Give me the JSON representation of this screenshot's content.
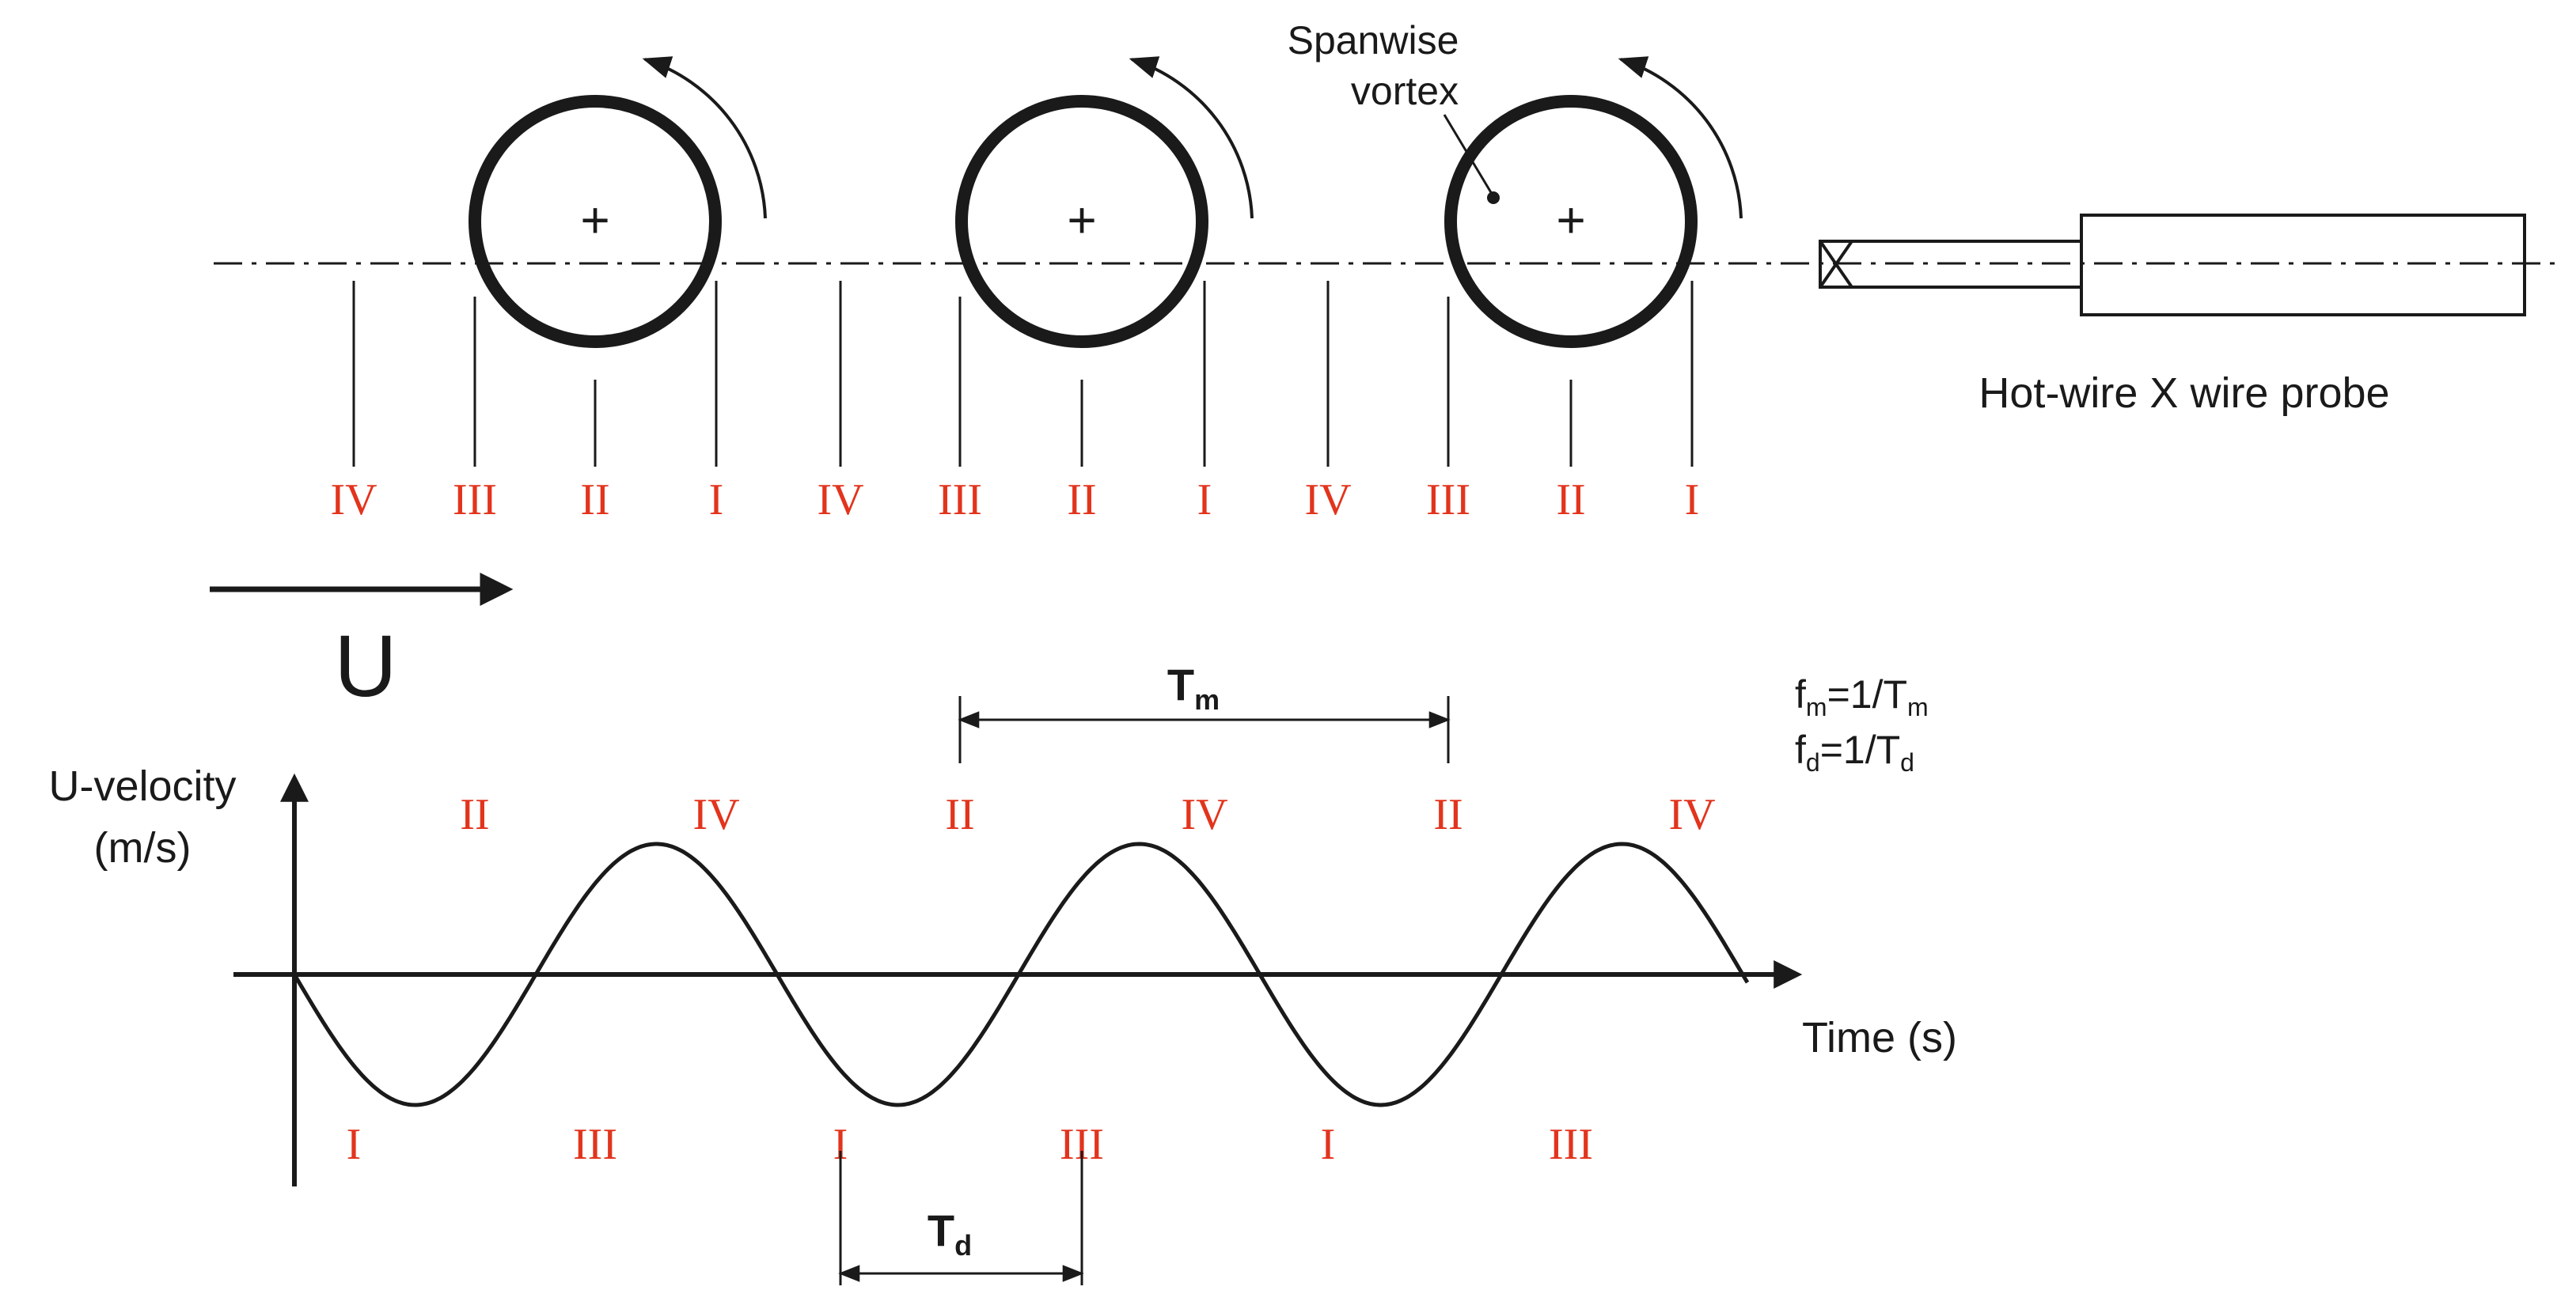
{
  "labels": {
    "vortex_label_line1": "Spanwise",
    "vortex_label_line2": "vortex",
    "probe_label": "Hot-wire X wire probe",
    "flow_label": "U",
    "y_axis_line1": "U-velocity",
    "y_axis_line2": "(m/s)",
    "x_axis": "Time (s)",
    "tm_main": "T",
    "tm_sub": "m",
    "td_main": "T",
    "td_sub": "d",
    "fm_f": "f",
    "fm_sub": "m",
    "fm_rest": "=1/T",
    "fm_sub2": "m",
    "fd_f": "f",
    "fd_sub": "d",
    "fd_rest": "=1/T",
    "fd_sub2": "d",
    "vortex_center_mark": "+"
  },
  "phase_labels_top": [
    "IV",
    "III",
    "II",
    "I",
    "IV",
    "III",
    "II",
    "I",
    "IV",
    "III",
    "II",
    "I"
  ],
  "wave_peak_labels": [
    "II",
    "IV",
    "II",
    "IV",
    "II",
    "IV"
  ],
  "wave_trough_labels": [
    "I",
    "III",
    "I",
    "III",
    "I",
    "III"
  ],
  "colors": {
    "ink": "#1a1a1a",
    "phase_label": "#e2341d"
  }
}
